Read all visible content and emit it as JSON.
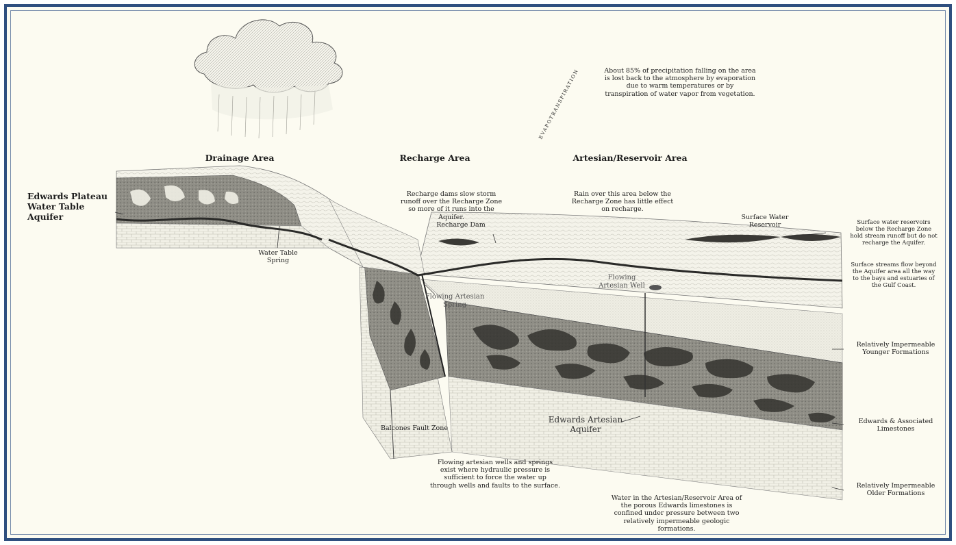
{
  "headers": {
    "drainage": "Drainage Area",
    "recharge": "Recharge Area",
    "artesian": "Artesian/Reservoir Area"
  },
  "evapotranspiration": "EVAPOTRANSPIRATION",
  "evap_note": "About 85% of precipitation falling on the area is lost back to the atmosphere by evaporation due to warm temperatures or by transpiration of water vapor from vegetation.",
  "plateau_label": "Edwards Plateau Water Table Aquifer",
  "recharge_note": "Recharge dams slow storm runoff over the Recharge Zone so more of it runs into the Aquifer.",
  "rain_note": "Rain over this area below the Recharge Zone has little effect on recharge.",
  "recharge_dam": "Recharge Dam",
  "surface_reservoir": "Surface Water Reservoir",
  "reservoir_note": "Surface water reservoirs below the Recharge Zone hold stream runoff but do not recharge the Aquifer.",
  "streams_note": "Surface streams flow beyond the Aquifer area all the way to the bays and estuaries of the Gulf Coast.",
  "water_table_spring": "Water Table Spring",
  "flowing_spring": "Flowing Artesian Spring",
  "flowing_well": "Flowing Artesian Well",
  "younger": "Relatively Impermeable Younger Formations",
  "edwards_assoc": "Edwards & Associated Limestones",
  "older": "Relatively Impermeable Older Formations",
  "balcones": "Balcones Fault Zone",
  "artesian_aquifer": "Edwards Artesian Aquifer",
  "wells_note": "Flowing artesian wells and springs exist where hydraulic pressure is sufficient to force the water up through wells and faults to the surface.",
  "confined_note": "Water in the Artesian/Reservoir Area of the porous Edwards limestones is confined under pressure between two relatively impermeable geologic formations.",
  "colors": {
    "frame": "#2f4f7f",
    "paper": "#fcfbf1",
    "ink": "#1e1e1e"
  }
}
